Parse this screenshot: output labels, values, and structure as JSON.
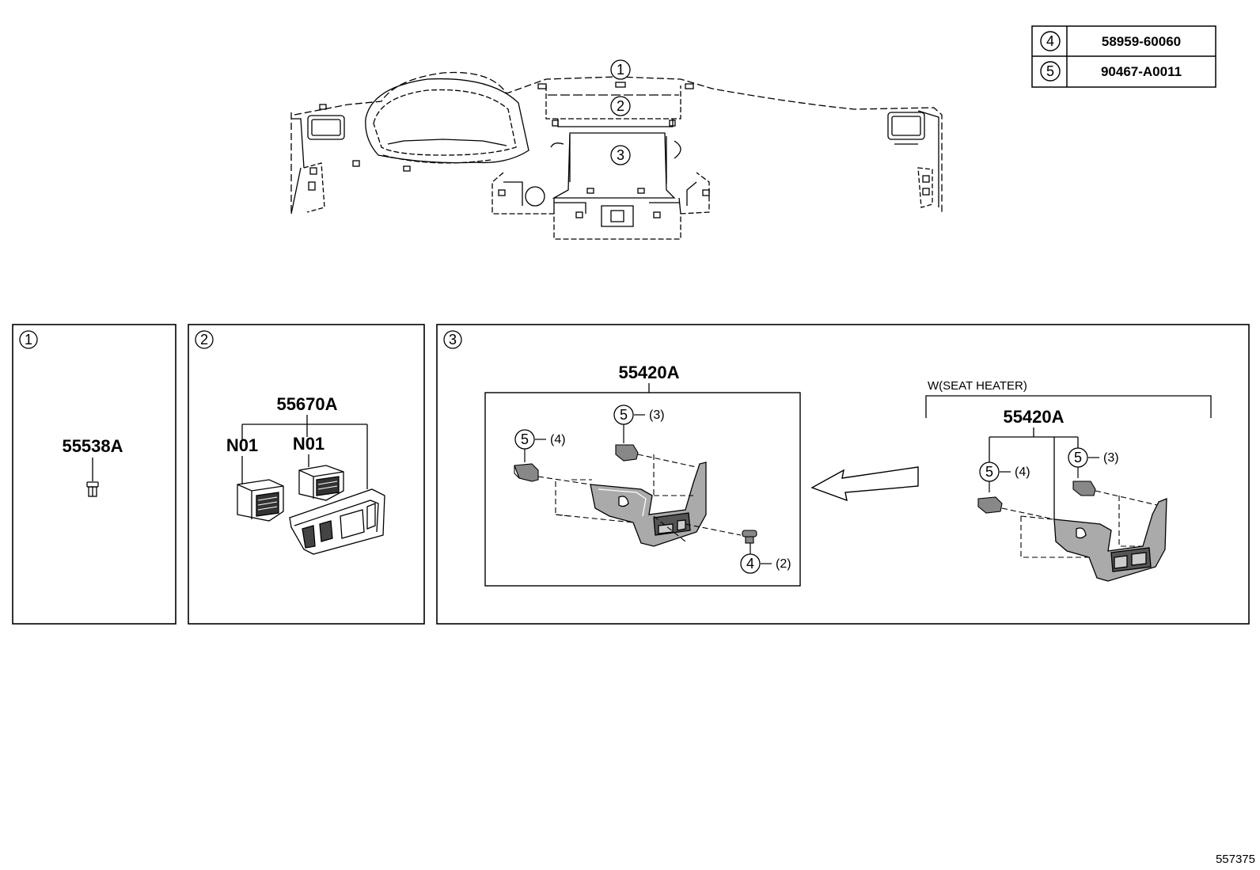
{
  "legend_table": [
    {
      "ref": "4",
      "part": "58959-60060"
    },
    {
      "ref": "5",
      "part": "90467-A0011"
    }
  ],
  "overview_callouts": [
    "1",
    "2",
    "3"
  ],
  "panel1": {
    "ref": "1",
    "part": "55538A"
  },
  "panel2": {
    "ref": "2",
    "part": "55670A",
    "sub_left": "N01",
    "sub_right": "N01"
  },
  "panel3": {
    "ref": "3",
    "box_part": "55420A",
    "box_clip_a": {
      "ref": "5",
      "qty": "(4)"
    },
    "box_clip_b": {
      "ref": "5",
      "qty": "(3)"
    },
    "box_screw": {
      "ref": "4",
      "qty": "(2)"
    },
    "variant_label": "W(SEAT HEATER)",
    "variant_part": "55420A",
    "variant_clip_a": {
      "ref": "5",
      "qty": "(4)"
    },
    "variant_clip_b": {
      "ref": "5",
      "qty": "(3)"
    }
  },
  "illustration_id": "557375"
}
